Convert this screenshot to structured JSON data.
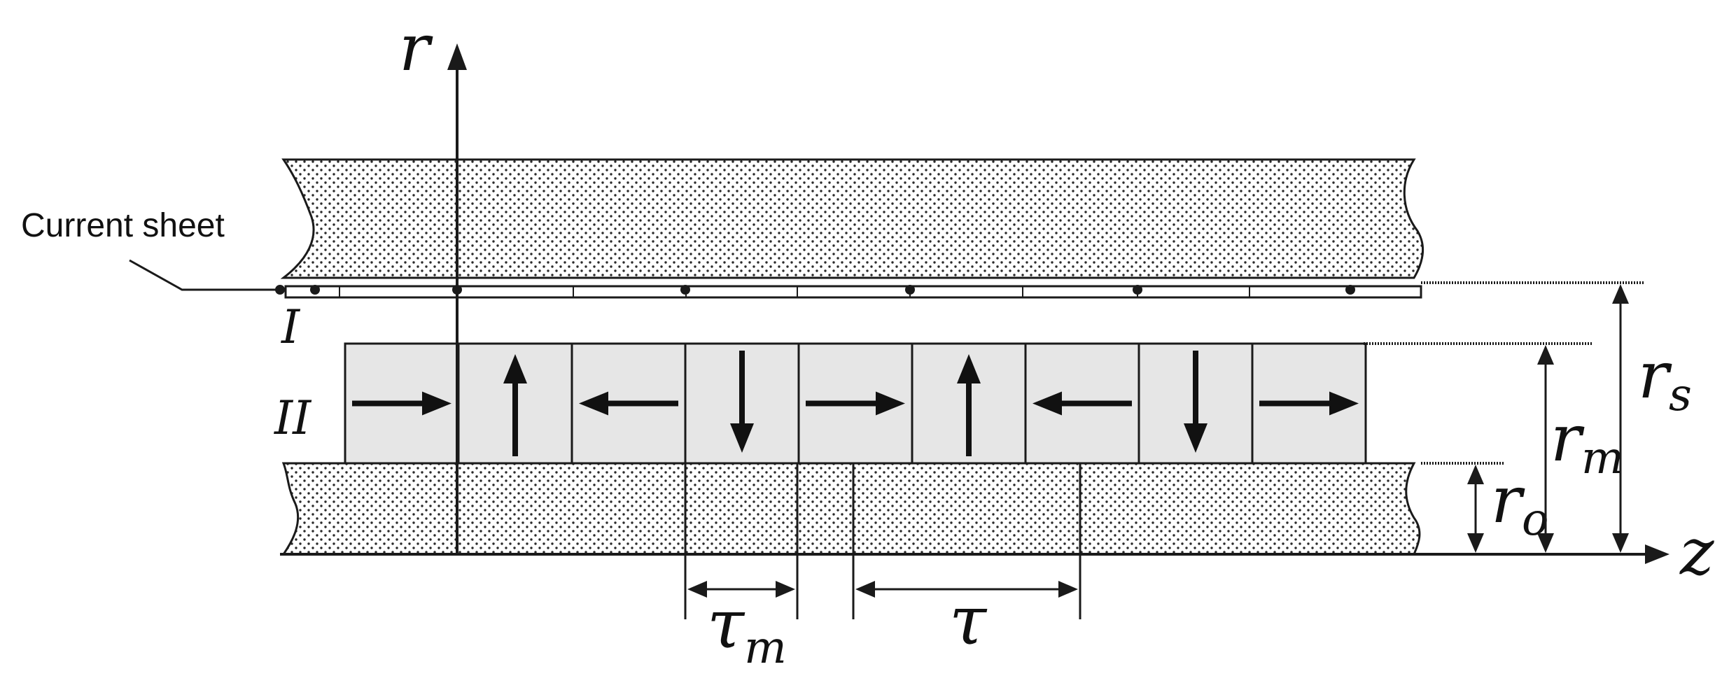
{
  "labels": {
    "axis_r": "r",
    "axis_z": "z",
    "current_sheet": "Current sheet",
    "region_I": "I",
    "region_II": "II",
    "tau_m": {
      "base": "τ",
      "sub": "m"
    },
    "tau": "τ",
    "r_s": {
      "base": "r",
      "sub": "s"
    },
    "r_m": {
      "base": "r",
      "sub": "m"
    },
    "r_o": {
      "base": "r",
      "sub": "o"
    }
  },
  "magnet_directions": [
    "right",
    "up",
    "left",
    "down",
    "right",
    "up",
    "left",
    "down",
    "right"
  ],
  "colors": {
    "magnet_fill": "#e6e6e6",
    "outline": "#1a1a1a",
    "dots": "#2a2a2a"
  }
}
